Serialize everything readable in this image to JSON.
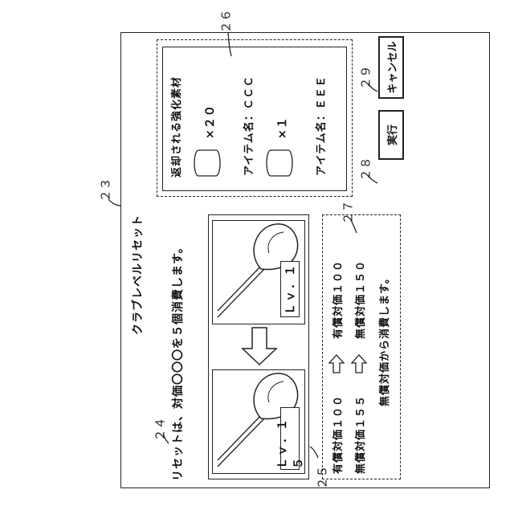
{
  "screen": {
    "title": "クラブレベルリセット",
    "message": "リセットは、対価〇〇〇を５個消費します。",
    "before_level": "Ｌｖ．１５",
    "after_level": "Ｌｖ．１",
    "refund": {
      "heading": "返却される強化素材",
      "items": [
        {
          "count": "×２０",
          "name": "アイテム名：ＣＣＣ"
        },
        {
          "count": "×１",
          "name": "アイテム名：ＥＥＥ"
        }
      ]
    },
    "cost": {
      "paid_before": "有償対価１００",
      "free_before": "無償対価１５５",
      "paid_after": "有償対価１００",
      "free_after": "無償対価１５０",
      "note": "無償対価から消費します。"
    },
    "buttons": {
      "execute": "実行",
      "cancel": "キャンセル"
    }
  },
  "refs": {
    "r23": "２３",
    "r24": "２４",
    "r25": "２５",
    "r26": "２６",
    "r27": "２７",
    "r28": "２８",
    "r29": "２９"
  }
}
